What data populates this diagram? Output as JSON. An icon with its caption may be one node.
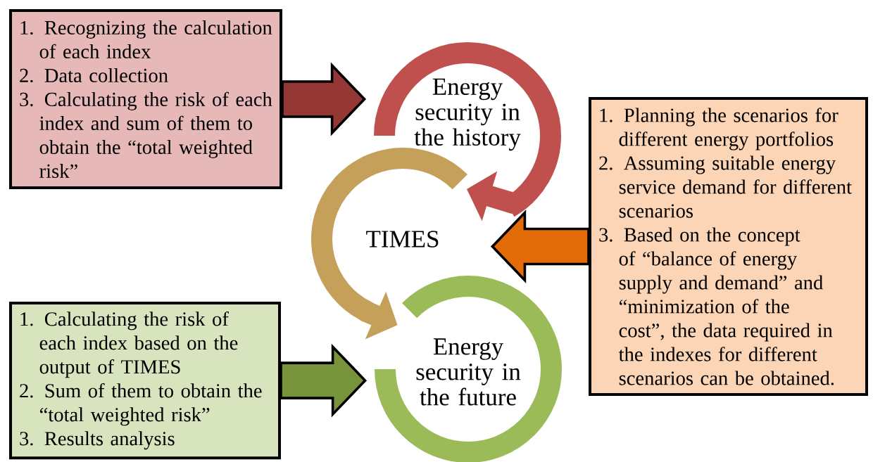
{
  "diagram": {
    "nodes": [
      {
        "text": [
          "1. Recognizing the calculation of each index",
          "2. Data collection",
          "3. Calculating the risk of each index and sum of them to obtain the “total weighted risk”"
        ]
      },
      {
        "text": [
          "Energy security in the history"
        ]
      },
      {
        "text": [
          "1. Planning the scenarios for different energy portfolios",
          "2. Assuming suitable energy service demand for different scenarios",
          "3. Based on the concept of “balance of energy supply and demand” and “minimization of the cost”, the data required in the indexes for different scenarios can be obtained."
        ]
      },
      {
        "text": [
          "TIMES"
        ]
      },
      {
        "text": [
          "1. Calculating the risk of each index based on the output of TIMES",
          "2. Sum of them to obtain the “total weighted risk”",
          "3. Results analysis"
        ]
      },
      {
        "text": [
          "Energy security in the future"
        ]
      }
    ],
    "edges": [
      {
        "from": 0,
        "to": 1,
        "arrow": "to",
        "color": "#953735"
      },
      {
        "from": 1,
        "to": 3,
        "arrow": "to",
        "color": "#c0504d"
      },
      {
        "from": 2,
        "to": 3,
        "arrow": "to",
        "color": "#e36c09"
      },
      {
        "from": 3,
        "to": 5,
        "arrow": "to",
        "color": "#c4a05a"
      },
      {
        "from": 4,
        "to": 5,
        "arrow": "to",
        "color": "#77933c"
      }
    ]
  }
}
